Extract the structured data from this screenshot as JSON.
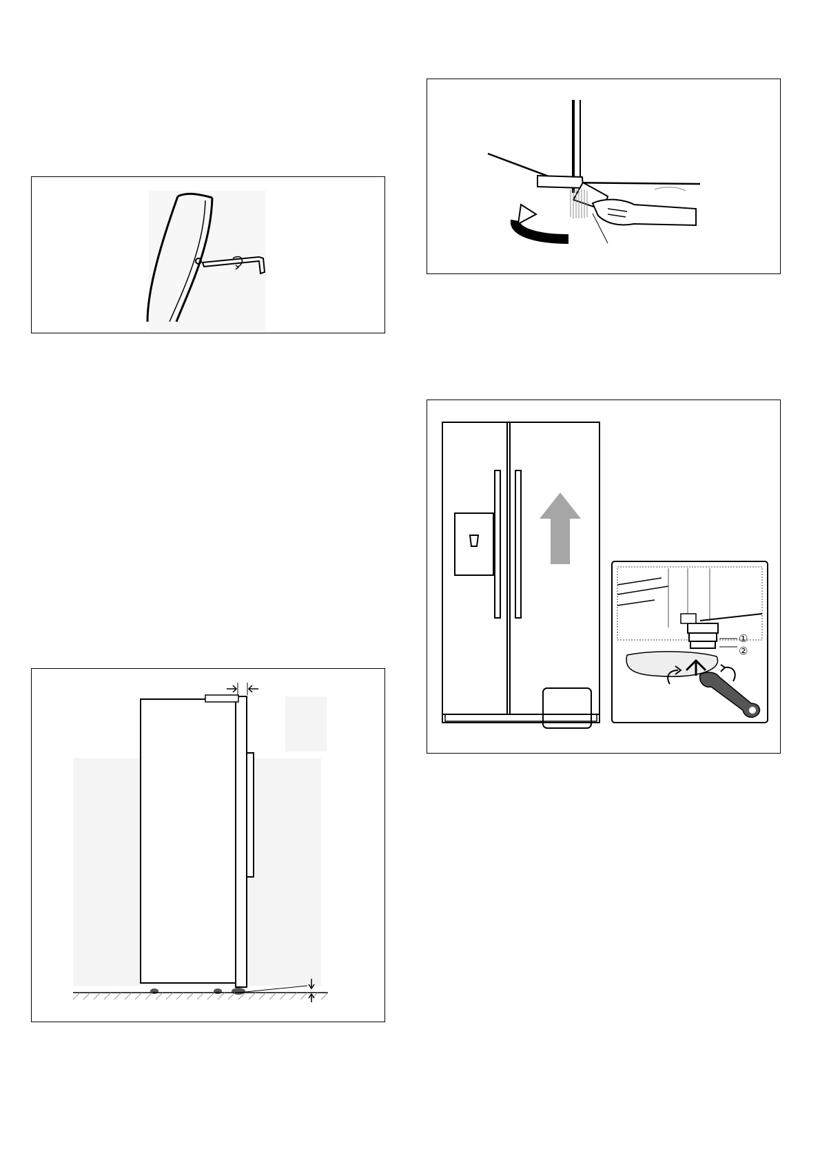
{
  "figures": [
    {
      "icon": "hex-key-door-screw-illustration"
    },
    {
      "icon": "hand-adjusting-door-hinge-illustration"
    },
    {
      "icon": "refrigerator-leveling-illustration",
      "callouts": [
        "①",
        "②"
      ]
    },
    {
      "icon": "refrigerator-side-view-tilt-illustration"
    }
  ],
  "colors": {
    "line": "#000000",
    "arrow_fill": "#a6a6a6",
    "hatch": "#999999"
  }
}
